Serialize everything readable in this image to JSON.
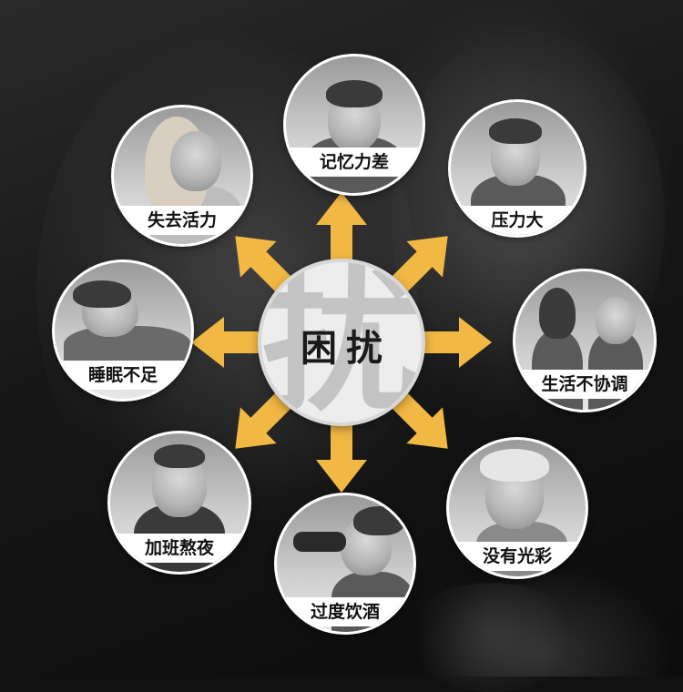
{
  "diagram": {
    "center": {
      "title": "困扰",
      "watermark": "扰"
    },
    "nodes": [
      {
        "id": "memory",
        "label": "记忆力差"
      },
      {
        "id": "pressure",
        "label": "压力大"
      },
      {
        "id": "life",
        "label": "生活不协调"
      },
      {
        "id": "radiance",
        "label": "没有光彩"
      },
      {
        "id": "drinking",
        "label": "过度饮酒"
      },
      {
        "id": "overtime",
        "label": "加班熬夜"
      },
      {
        "id": "sleep",
        "label": "睡眠不足"
      },
      {
        "id": "vitality",
        "label": "失去活力"
      }
    ],
    "colors": {
      "arrow": "#f2b844",
      "background": "#141414",
      "hub": "#ededed",
      "label_bg": "#ffffff"
    }
  }
}
